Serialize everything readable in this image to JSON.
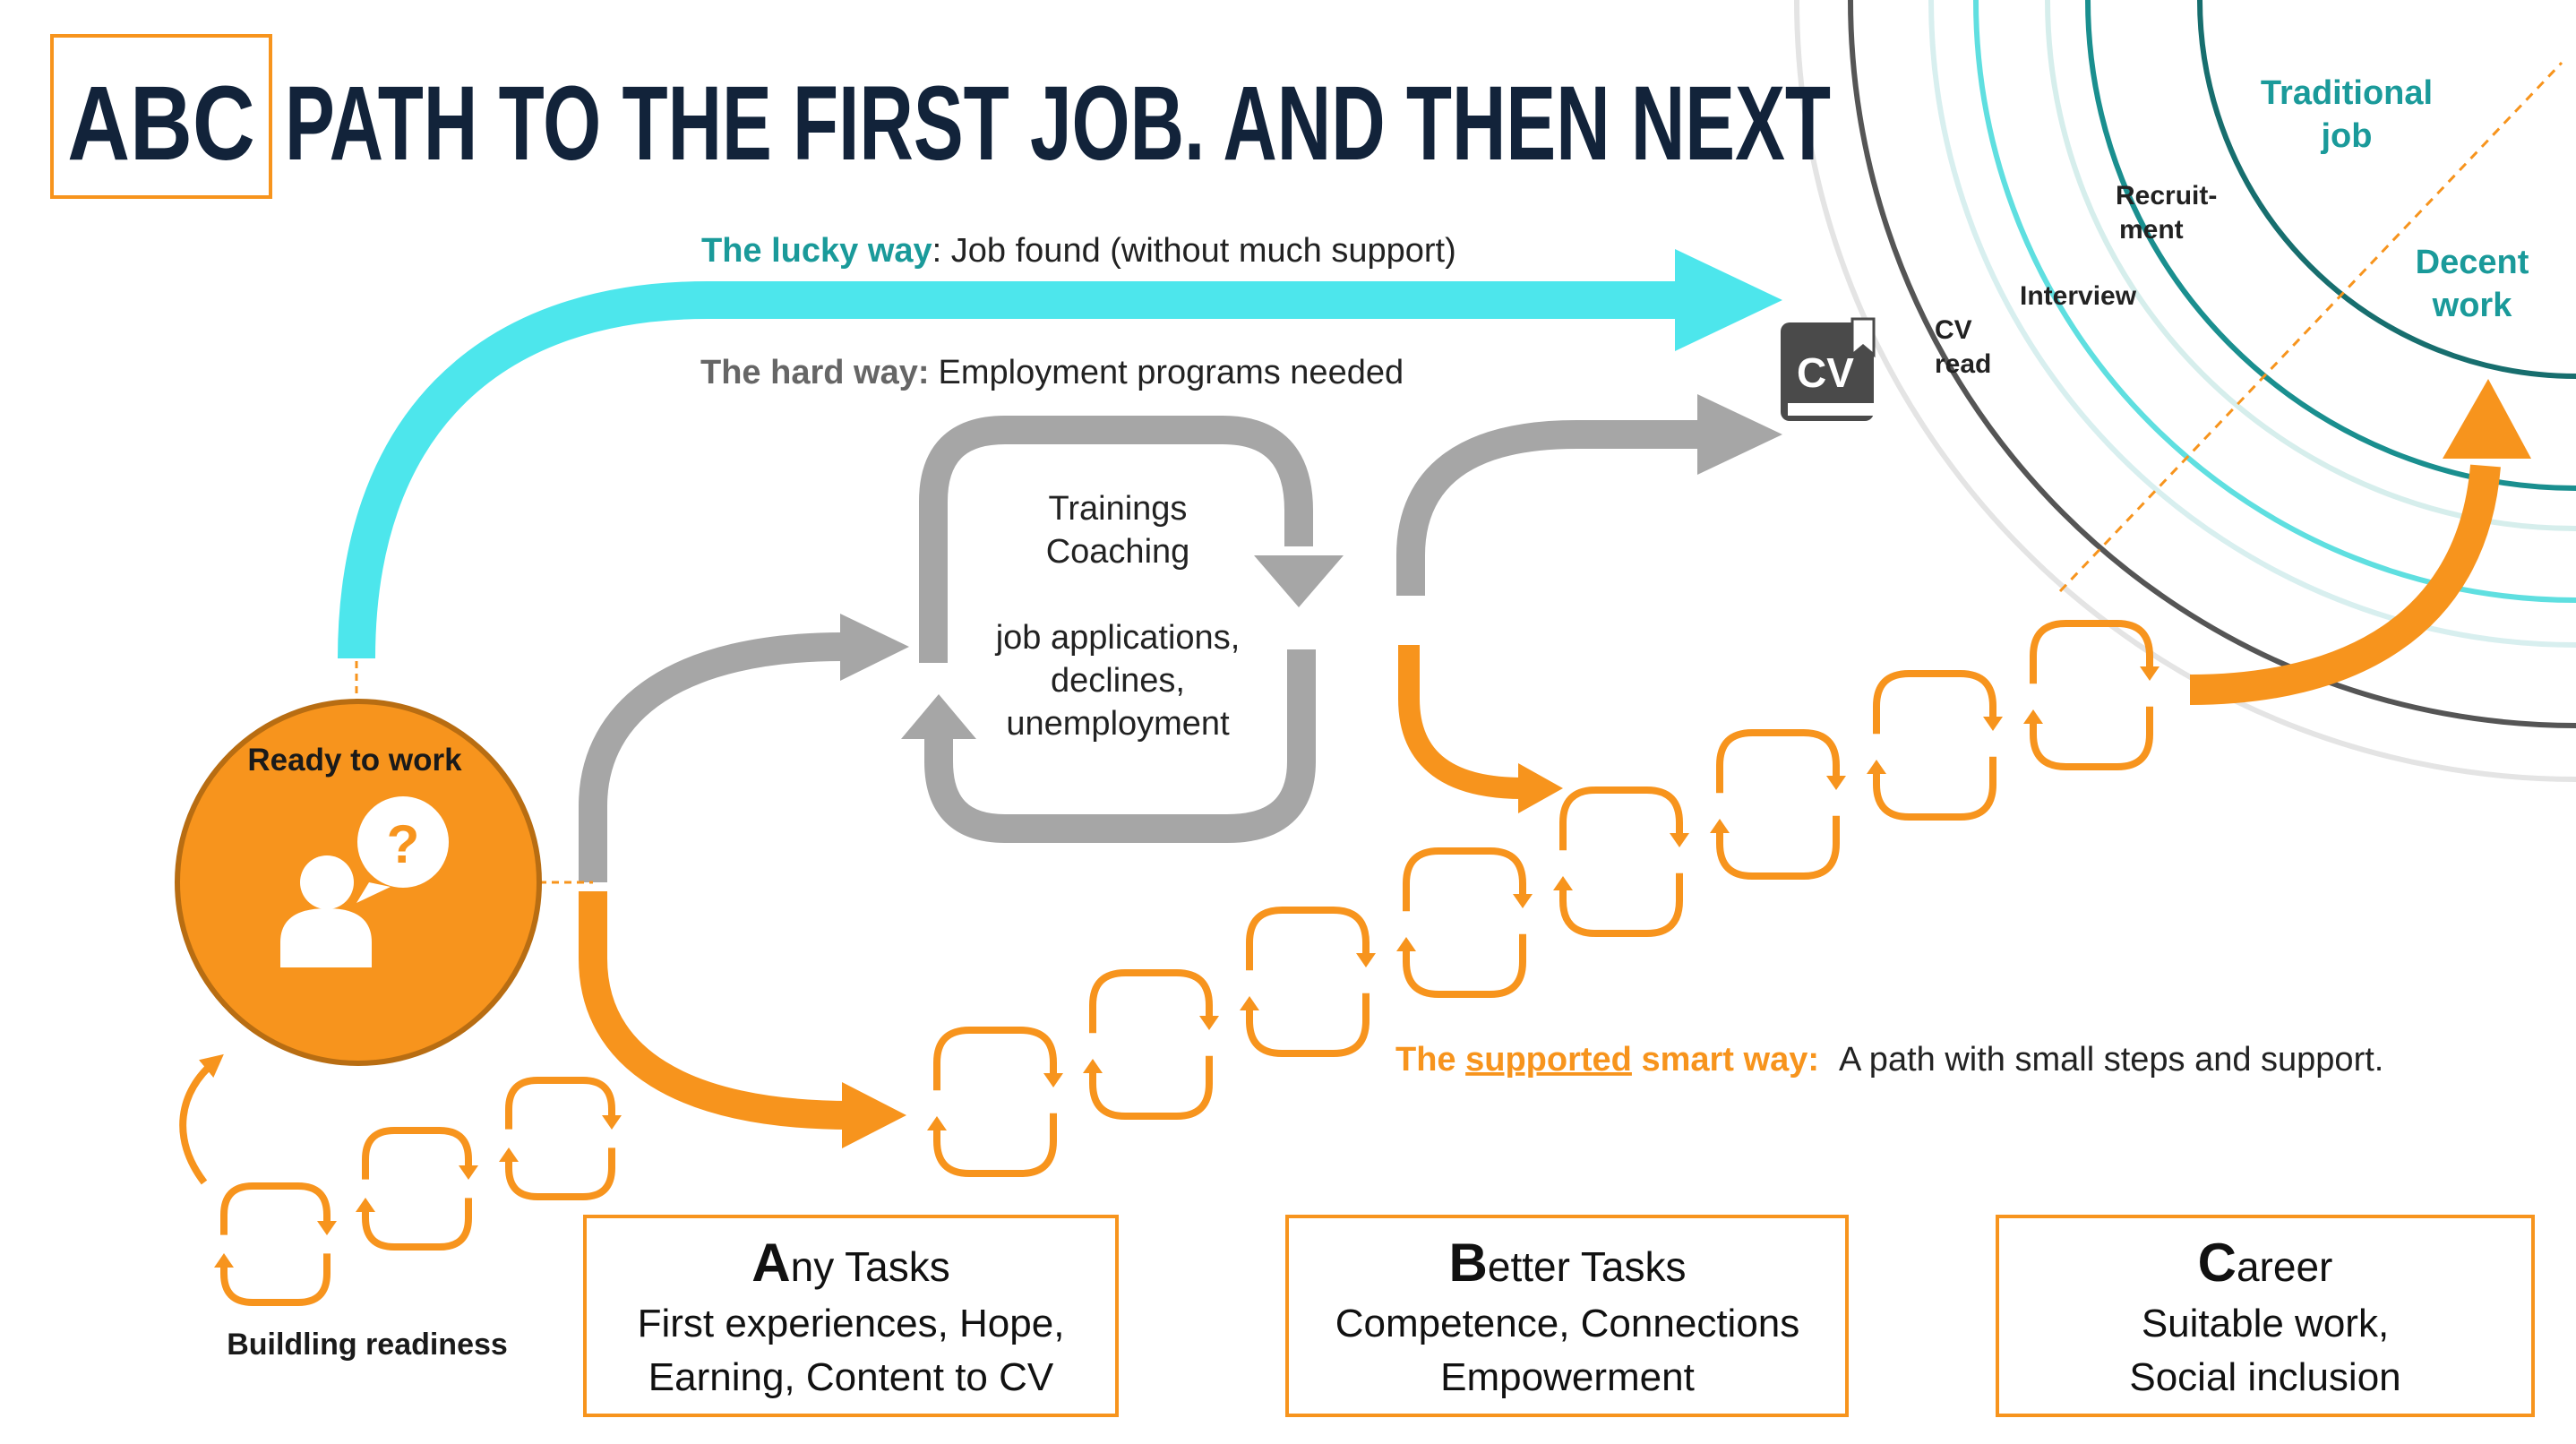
{
  "title": {
    "abc": "ABC",
    "main": "PATH TO THE FIRST JOB. AND THEN NEXT"
  },
  "colors": {
    "orange": "#f7941d",
    "cyan": "#4de6ec",
    "gray": "#a6a6a6",
    "teal": "#1a9a9a",
    "dark": "#12233a",
    "text": "#222222"
  },
  "lucky": {
    "label": "The lucky way",
    "text": ": Job found (without much support)"
  },
  "hard": {
    "label": "The hard way:",
    "text": "Employment programs needed"
  },
  "loop": {
    "lines": [
      "Trainings",
      "Coaching",
      "",
      "job applications,",
      "declines,",
      "unemployment"
    ]
  },
  "ready": {
    "label": "Ready to work",
    "question_mark": "?"
  },
  "readiness": {
    "label": "Buildling readiness"
  },
  "smart": {
    "label_pre": "The ",
    "label_underlined": "supported",
    "label_post": " smart way:",
    "text": "A path with small steps and support."
  },
  "cv": {
    "label": "CV"
  },
  "rings": {
    "cv_read": [
      "CV",
      "read"
    ],
    "interview": "Interview",
    "recruitment": [
      "Recruit-",
      "ment"
    ],
    "traditional": [
      "Traditional",
      "job"
    ],
    "decent": [
      "Decent",
      "work"
    ]
  },
  "boxes": [
    {
      "initial": "A",
      "rest": "ny Tasks",
      "lines": [
        "First experiences, Hope,",
        "Earning, Content to CV"
      ]
    },
    {
      "initial": "B",
      "rest": "etter Tasks",
      "lines": [
        "Competence, Connections",
        "Empowerment"
      ]
    },
    {
      "initial": "C",
      "rest": "areer",
      "lines": [
        "Suitable work,",
        "Social inclusion"
      ]
    }
  ]
}
